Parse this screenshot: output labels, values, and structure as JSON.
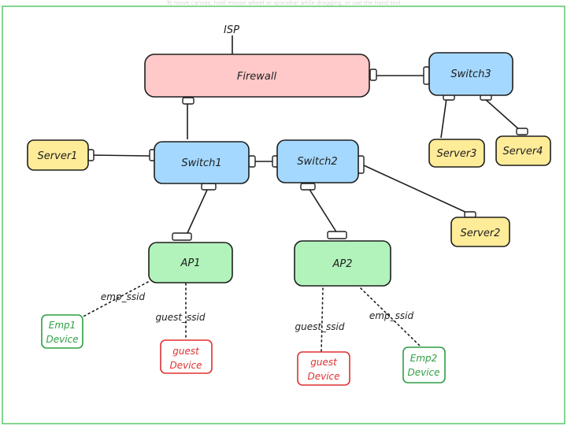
{
  "hint": "To move canvas, hold mouse wheel or spacebar while dragging, or use the hand tool",
  "isp_label": "ISP",
  "nodes": {
    "firewall": "Firewall",
    "switch1": "Switch1",
    "switch2": "Switch2",
    "switch3": "Switch3",
    "server1": "Server1",
    "server2": "Server2",
    "server3": "Server3",
    "server4": "Server4",
    "ap1": "AP1",
    "ap2": "AP2",
    "emp1_device_line1": "Emp1",
    "emp1_device_line2": "Device",
    "guest1_device_line1": "guest",
    "guest1_device_line2": "Device",
    "guest2_device_line1": "guest",
    "guest2_device_line2": "Device",
    "emp2_device_line1": "Emp2",
    "emp2_device_line2": "Device"
  },
  "links": {
    "ap1_emp": "emp_ssid",
    "ap1_guest": "guest_ssid",
    "ap2_guest": "guest_ssid",
    "ap2_emp": "emp_ssid"
  },
  "colors": {
    "firewall": "#ffc9c9",
    "switch": "#a5d8ff",
    "server": "#ffec99",
    "ap": "#b2f2bb",
    "employee": "#2f9e44",
    "guest": "#e03131",
    "stroke": "#1e1e1e",
    "frame": "#40c057"
  }
}
